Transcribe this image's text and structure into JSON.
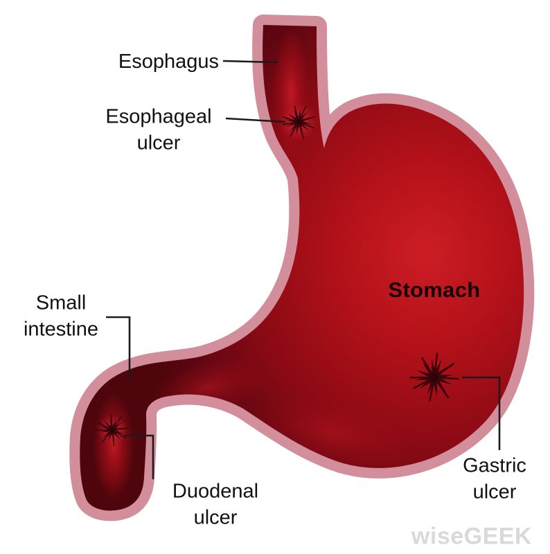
{
  "diagram": {
    "labels": {
      "esophagus": "Esophagus",
      "esophageal_ulcer": "Esophageal\nulcer",
      "small_intestine": "Small\nintestine",
      "stomach": "Stomach",
      "gastric_ulcer": "Gastric\nulcer",
      "duodenal_ulcer": "Duodenal\nulcer"
    },
    "watermark": "wiseGEEK",
    "colors": {
      "background": "#ffffff",
      "rim": "#d28e9a",
      "body_bright": "#cd1d24",
      "body_dark": "#4e050c",
      "ulcer": "#3a050b",
      "label_text": "#111111",
      "watermark_text": "#d9d9d9"
    }
  }
}
